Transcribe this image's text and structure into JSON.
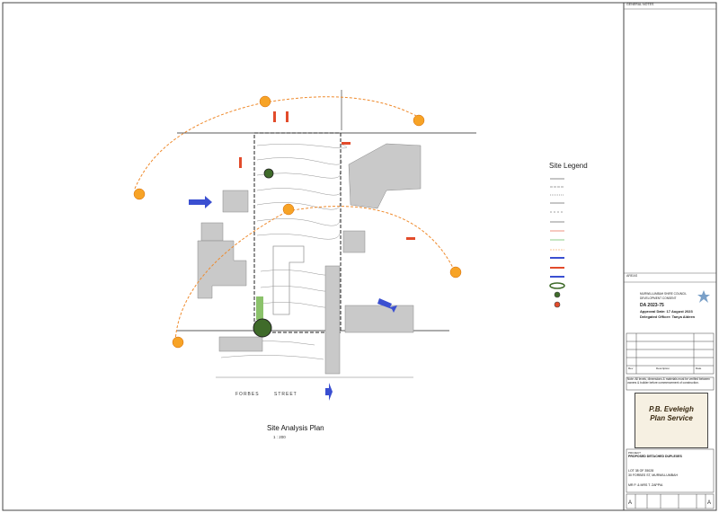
{
  "sheet": {
    "general_notes_heading": "GENERAL NOTES",
    "areas_heading": "AREAS",
    "drawing_title": "Site Analysis Plan",
    "drawing_scale": "1 : 200",
    "street_label_left": "FORBES",
    "street_label_right": "STREET"
  },
  "legend": {
    "title": "Site Legend"
  },
  "approval_stamp": {
    "council": "MURWILLUMBAH SHIRE COUNCIL",
    "department": "DEVELOPMENT CONSENT",
    "da_number": "DA 2023-75",
    "approval_date": "Approval Date: 17 August 2023",
    "delegated_officer": "Delegated Officer: Tanya Aldeen"
  },
  "title_block": {
    "rev_col": "Rev",
    "description_col": "Description",
    "date_col": "Date",
    "note": "Note: All levels, dimensions & materials must be verified between owners & builder before commencement of construction.",
    "firm_name_line1": "P.B. Eveleigh",
    "firm_name_line2": "Plan Service",
    "project_label": "PROJECT",
    "project_name": "PROPOSED DETACHED DUPLEXES",
    "lot": "LOT 38 OF 35028",
    "address": "30 FORBES ST, MURWILLUMBAH",
    "client": "MR P. & MRS T. ZAPPIA",
    "sheet_size": "A",
    "revision": "A"
  },
  "colors": {
    "sun_path": "#ef8a2c",
    "sun": "#f7a326",
    "wind_arrow": "#3a4fd1",
    "traffic_arrow": "#e24b2b",
    "building": "#c9c9c9",
    "tree": "#3f6b2a",
    "grass": "#8bc26b",
    "boundary": "#222222"
  }
}
